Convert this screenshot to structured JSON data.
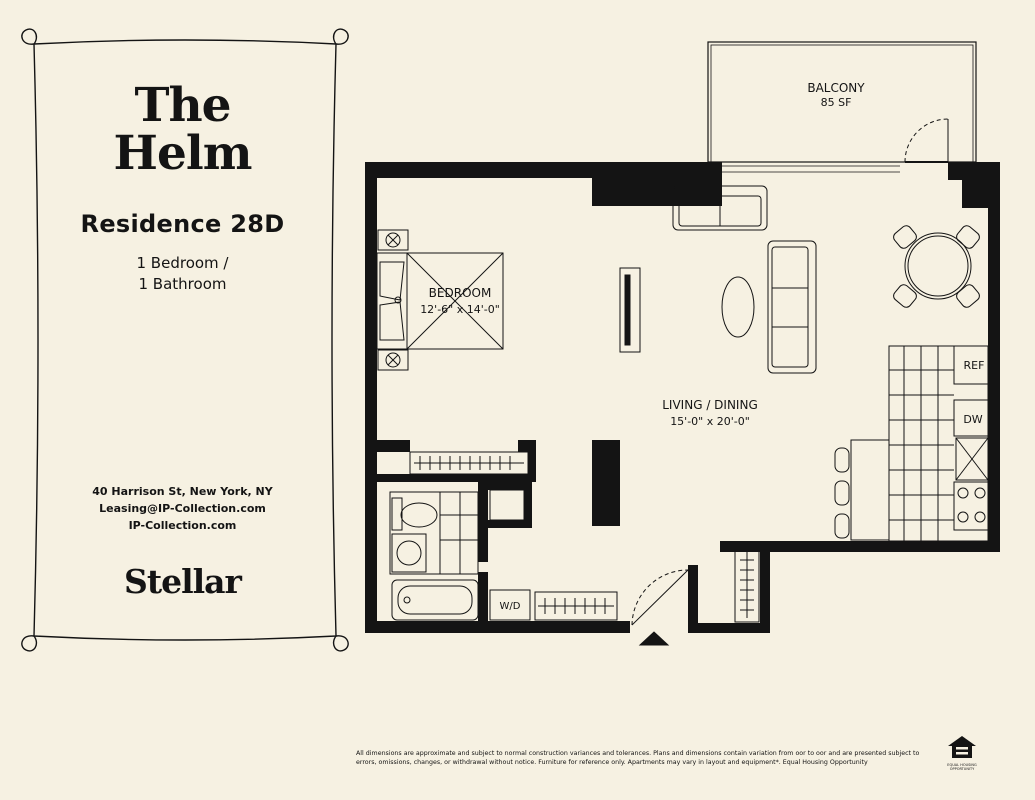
{
  "building": {
    "name_line1": "The",
    "name_line2": "Helm"
  },
  "residence": {
    "title": "Residence 28D",
    "type_line1": "1 Bedroom /",
    "type_line2": "1 Bathroom"
  },
  "contact": {
    "address": "40 Harrison St, New York, NY",
    "email": "Leasing@IP-Collection.com",
    "website": "IP-Collection.com"
  },
  "brand": "Stellar",
  "rooms": {
    "balcony_label": "BALCONY",
    "balcony_area": "85 SF",
    "bedroom_label": "BEDROOM",
    "bedroom_dims": "12'-6\" x 14'-0\"",
    "living_label": "LIVING / DINING",
    "living_dims": "15'-0\" x 20'-0\"",
    "ref_label": "REF",
    "dw_label": "DW",
    "wd_label": "W/D"
  },
  "disclaimer": "All dimensions are approximate and subject to normal construction variances and tolerances. Plans and dimensions contain variation from  oor to  oor and are presented subject to errors, omissions, changes, or withdrawal without notice. Furniture for reference only. Apartments may vary in layout and equipment*. Equal Housing Opportunity",
  "eho_text": "EQUAL HOUSING OPPORTUNITY",
  "colors": {
    "background": "#f6f1e2",
    "ink": "#141414"
  }
}
